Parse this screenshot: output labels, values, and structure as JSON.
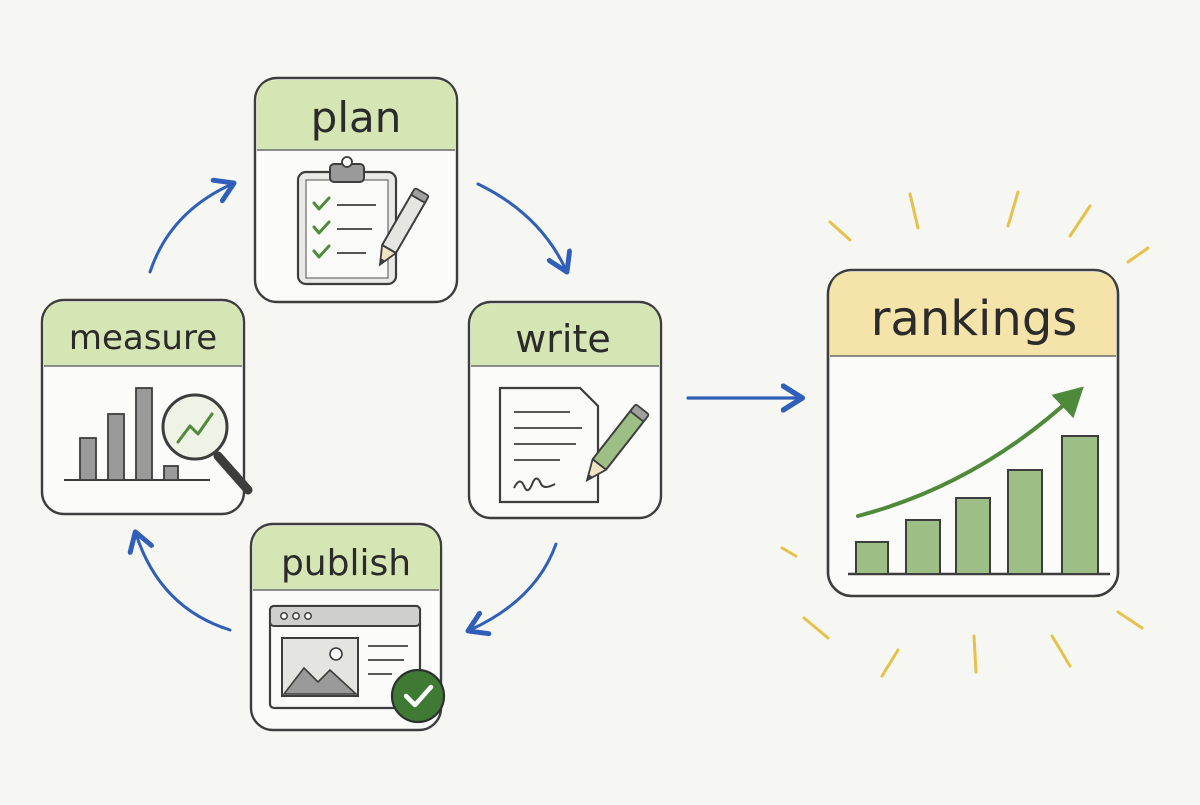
{
  "stages": {
    "plan": {
      "label": "plan"
    },
    "write": {
      "label": "write"
    },
    "publish": {
      "label": "publish"
    },
    "measure": {
      "label": "measure"
    }
  },
  "result": {
    "label": "rankings"
  },
  "colors": {
    "background": "#f6f6f3",
    "card_border": "#3d3d3d",
    "green_header": "#cfe0a8",
    "yellow_header": "#f3e1a0",
    "cycle_arrow": "#2f5fb8",
    "accent_green": "#4f8a3a",
    "bar_green": "#9dbf86",
    "sparkle": "#e6c24a",
    "icon_gray": "#8a8a8a"
  },
  "icons": {
    "plan": "clipboard-checklist-with-pencil-icon",
    "write": "document-with-pencil-icon",
    "publish": "webpage-with-checkmark-icon",
    "measure": "bar-chart-with-magnifier-icon",
    "rankings": "rising-bar-chart-with-arrow-icon"
  }
}
